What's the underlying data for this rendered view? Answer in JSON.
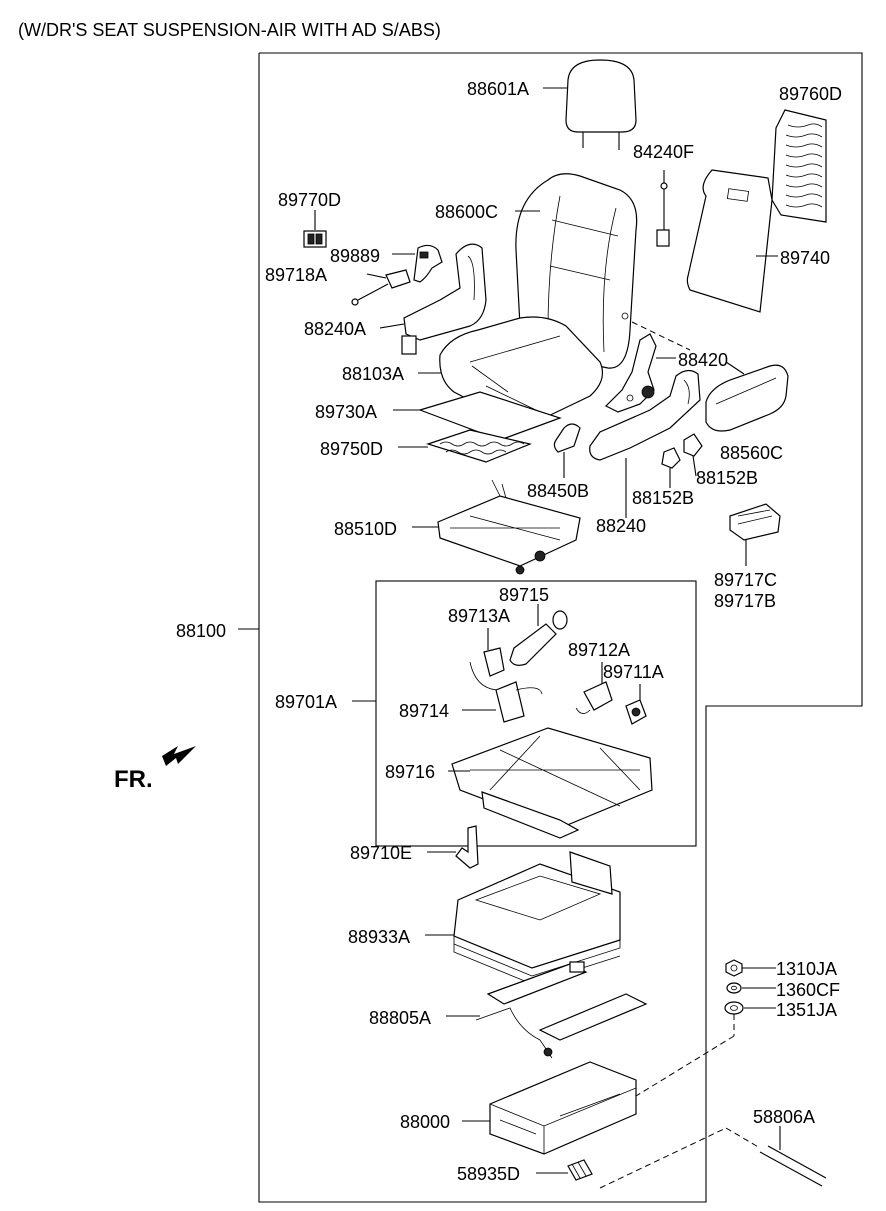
{
  "title": "(W/DR'S SEAT SUSPENSION-AIR WITH AD S/ABS)",
  "direction_label": "FR.",
  "parts": {
    "p88601A": "88601A",
    "p89760D": "89760D",
    "p84240F": "84240F",
    "p89770D": "89770D",
    "p88600C": "88600C",
    "p89889": "89889",
    "p89718A": "89718A",
    "p89740": "89740",
    "p88240A": "88240A",
    "p88420": "88420",
    "p88103A": "88103A",
    "p89730A": "89730A",
    "p88560C": "88560C",
    "p89750D": "89750D",
    "p88152B_r": "88152B",
    "p88450B": "88450B",
    "p88152B_l": "88152B",
    "p88240": "88240",
    "p88510D": "88510D",
    "p89717C": "89717C",
    "p89717B": "89717B",
    "p89715": "89715",
    "p88100": "88100",
    "p89713A": "89713A",
    "p89712A": "89712A",
    "p89711A": "89711A",
    "p89701A": "89701A",
    "p89714": "89714",
    "p89716": "89716",
    "p89710E": "89710E",
    "p88933A": "88933A",
    "p1310JA": "1310JA",
    "p1360CF": "1360CF",
    "p1351JA": "1351JA",
    "p88805A": "88805A",
    "p88000": "88000",
    "p58806A": "58806A",
    "p58935D": "58935D"
  }
}
